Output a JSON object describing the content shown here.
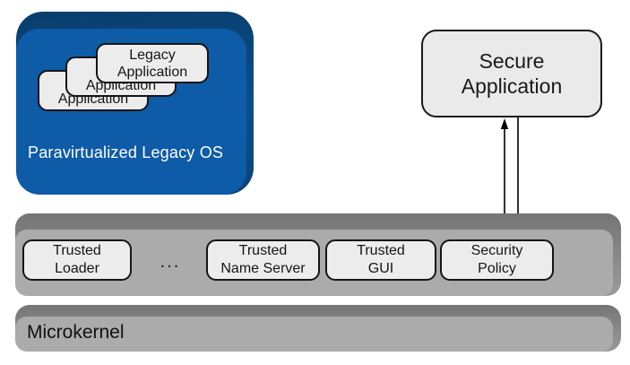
{
  "legacy_os": {
    "label": "Paravirtualized Legacy OS",
    "apps": [
      {
        "line1": "Legacy",
        "line2": "Application"
      },
      {
        "line1": "Legacy",
        "line2": "Application"
      },
      {
        "line1": "Legacy",
        "line2": "Application"
      }
    ]
  },
  "secure_app": {
    "line1": "Secure",
    "line2": "Application"
  },
  "services": {
    "ellipsis": "...",
    "items": [
      {
        "line1": "Trusted",
        "line2": "Loader"
      },
      {
        "line1": "Trusted",
        "line2": "Name Server"
      },
      {
        "line1": "Trusted",
        "line2": "GUI"
      },
      {
        "line1": "Security",
        "line2": "Policy"
      }
    ]
  },
  "microkernel": {
    "label": "Microkernel"
  },
  "colors": {
    "os_blue_face": "#0e5ba8",
    "os_blue_bevel": "#0a4577",
    "bar_gray_face": "#ababab",
    "bar_gray_bevel": "#8a8a8a",
    "component_box_fill": "#ececec",
    "secure_app_fill": "#eaeaea",
    "border": "#151515",
    "arrow": "#000000",
    "os_label_text": "#ffffff",
    "background": "#ffffff"
  }
}
